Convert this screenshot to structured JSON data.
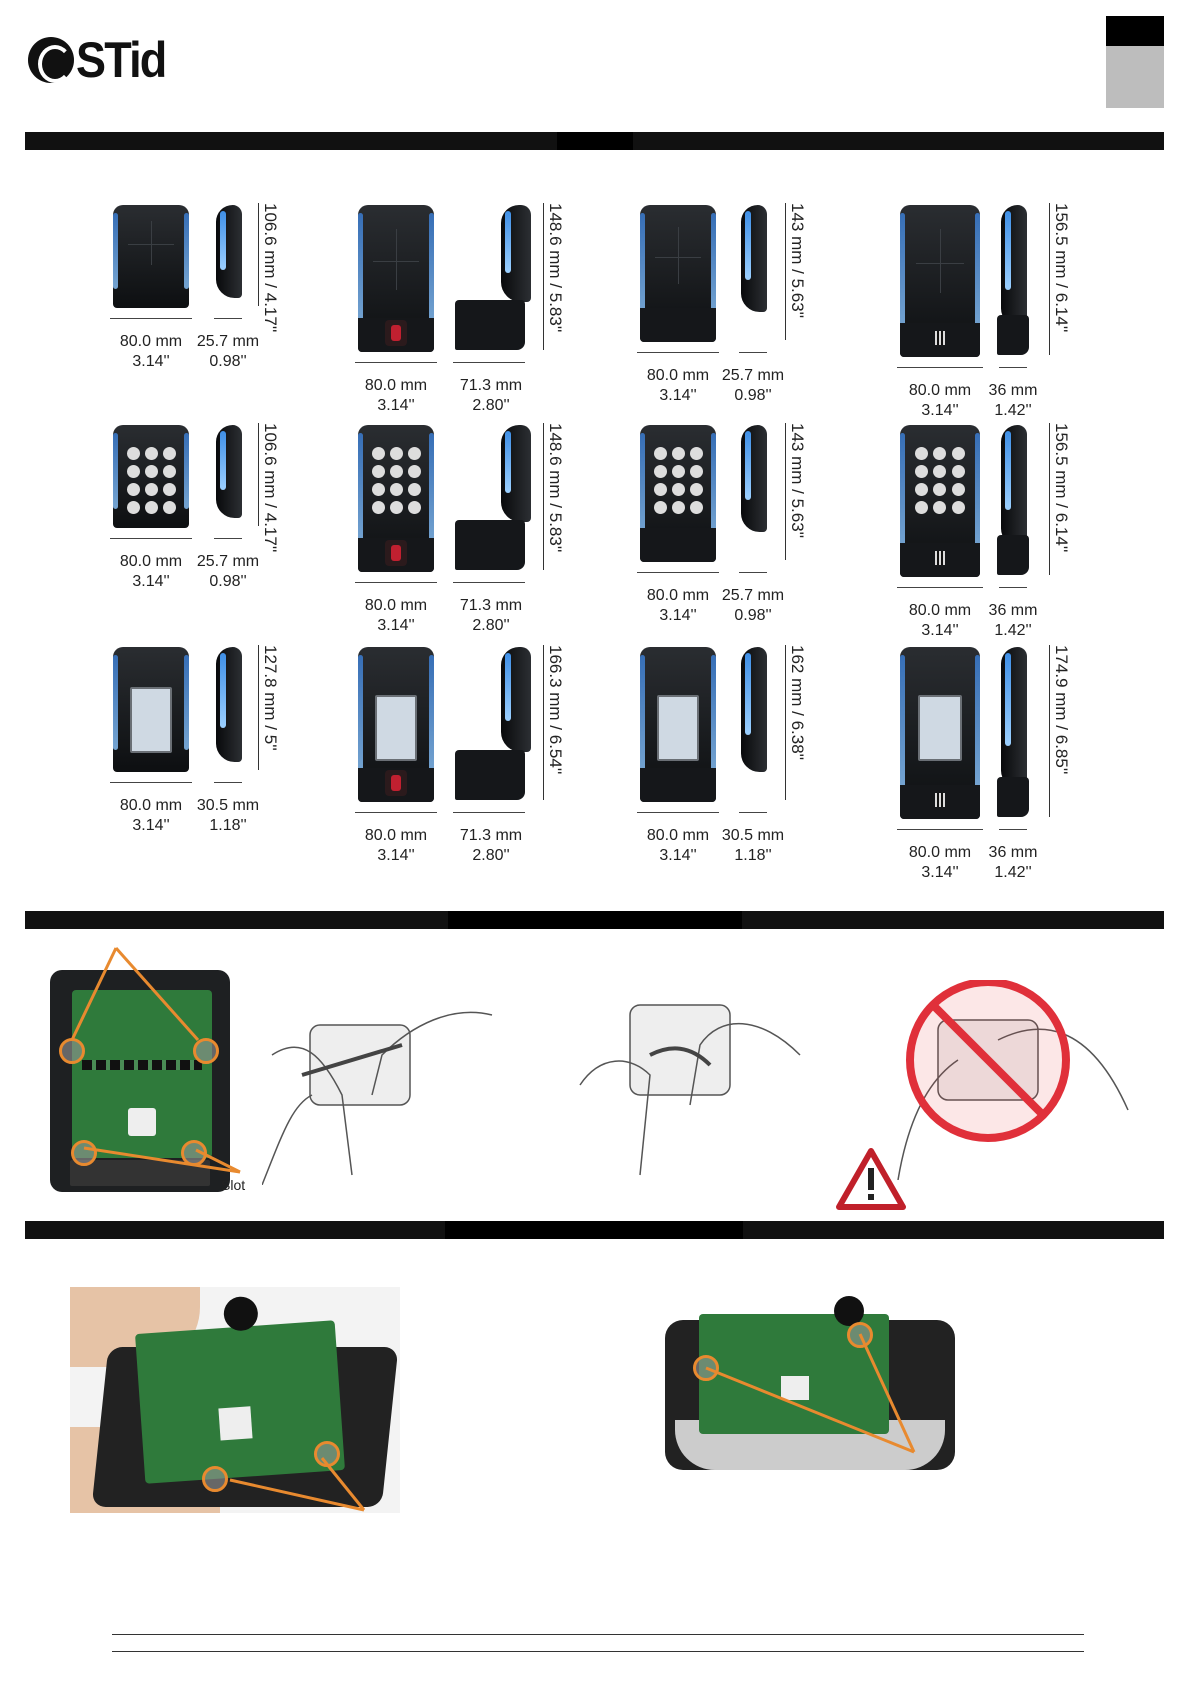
{
  "header": {
    "logo_text": "STid"
  },
  "products": [
    {
      "id": "r1c1",
      "height_label": "106.6 mm / 4.17''",
      "width_mm": "80.0 mm",
      "width_in": "3.14''",
      "depth_mm": "25.7 mm",
      "depth_in": "0.98''",
      "variant": "badge",
      "base": "none"
    },
    {
      "id": "r1c2",
      "height_label": "148.6 mm / 5.83''",
      "width_mm": "80.0 mm",
      "width_in": "3.14''",
      "depth_mm": "71.3 mm",
      "depth_in": "2.80''",
      "variant": "badge",
      "base": "finger"
    },
    {
      "id": "r1c3",
      "height_label": "143 mm / 5.63''",
      "width_mm": "80.0 mm",
      "width_in": "3.14''",
      "depth_mm": "25.7 mm",
      "depth_in": "0.98''",
      "variant": "badge",
      "base": "plain"
    },
    {
      "id": "r1c4",
      "height_label": "156.5 mm / 6.14''",
      "width_mm": "80.0 mm",
      "width_in": "3.14''",
      "depth_mm": "36 mm",
      "depth_in": "1.42''",
      "variant": "badge",
      "base": "qr"
    },
    {
      "id": "r2c1",
      "height_label": "106.6 mm / 4.17''",
      "width_mm": "80.0 mm",
      "width_in": "3.14''",
      "depth_mm": "25.7 mm",
      "depth_in": "0.98''",
      "variant": "keypad",
      "base": "none"
    },
    {
      "id": "r2c2",
      "height_label": "148.6 mm / 5.83''",
      "width_mm": "80.0 mm",
      "width_in": "3.14''",
      "depth_mm": "71.3 mm",
      "depth_in": "2.80''",
      "variant": "keypad",
      "base": "finger"
    },
    {
      "id": "r2c3",
      "height_label": "143 mm / 5.63''",
      "width_mm": "80.0 mm",
      "width_in": "3.14''",
      "depth_mm": "25.7 mm",
      "depth_in": "0.98''",
      "variant": "keypad",
      "base": "plain"
    },
    {
      "id": "r2c4",
      "height_label": "156.5 mm / 6.14''",
      "width_mm": "80.0 mm",
      "width_in": "3.14''",
      "depth_mm": "36 mm",
      "depth_in": "1.42''",
      "variant": "keypad",
      "base": "qr"
    },
    {
      "id": "r3c1",
      "height_label": "127.8 mm / 5''",
      "width_mm": "80.0 mm",
      "width_in": "3.14''",
      "depth_mm": "30.5 mm",
      "depth_in": "1.18''",
      "variant": "touch",
      "base": "none"
    },
    {
      "id": "r3c2",
      "height_label": "166.3 mm / 6.54''",
      "width_mm": "80.0 mm",
      "width_in": "3.14''",
      "depth_mm": "71.3 mm",
      "depth_in": "2.80''",
      "variant": "touch",
      "base": "finger"
    },
    {
      "id": "r3c3",
      "height_label": "162 mm / 6.38''",
      "width_mm": "80.0 mm",
      "width_in": "3.14''",
      "depth_mm": "30.5 mm",
      "depth_in": "1.18''",
      "variant": "touch",
      "base": "plain"
    },
    {
      "id": "r3c4",
      "height_label": "174.9 mm / 6.85''",
      "width_mm": "80.0 mm",
      "width_in": "3.14''",
      "depth_mm": "36 mm",
      "depth_in": "1.42''",
      "variant": "touch",
      "base": "qr"
    }
  ],
  "section2": {
    "slot_label": "Slot"
  },
  "colors": {
    "accent_orange": "#e88a2f",
    "bar": "#111111",
    "tab_dark": "#000000",
    "tab_light": "#bdbdbd"
  }
}
